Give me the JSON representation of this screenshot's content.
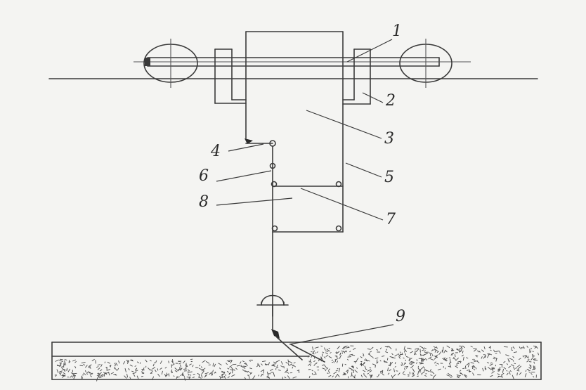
{
  "callouts": [
    {
      "id": "1",
      "text": "1"
    },
    {
      "id": "2",
      "text": "2"
    },
    {
      "id": "3",
      "text": "3"
    },
    {
      "id": "4",
      "text": "4"
    },
    {
      "id": "5",
      "text": "5"
    },
    {
      "id": "6",
      "text": "6"
    },
    {
      "id": "7",
      "text": "7"
    },
    {
      "id": "8",
      "text": "8"
    },
    {
      "id": "9",
      "text": "9"
    }
  ],
  "colors": {
    "ink": "#3a3a3a",
    "paper": "#f4f4f2"
  }
}
